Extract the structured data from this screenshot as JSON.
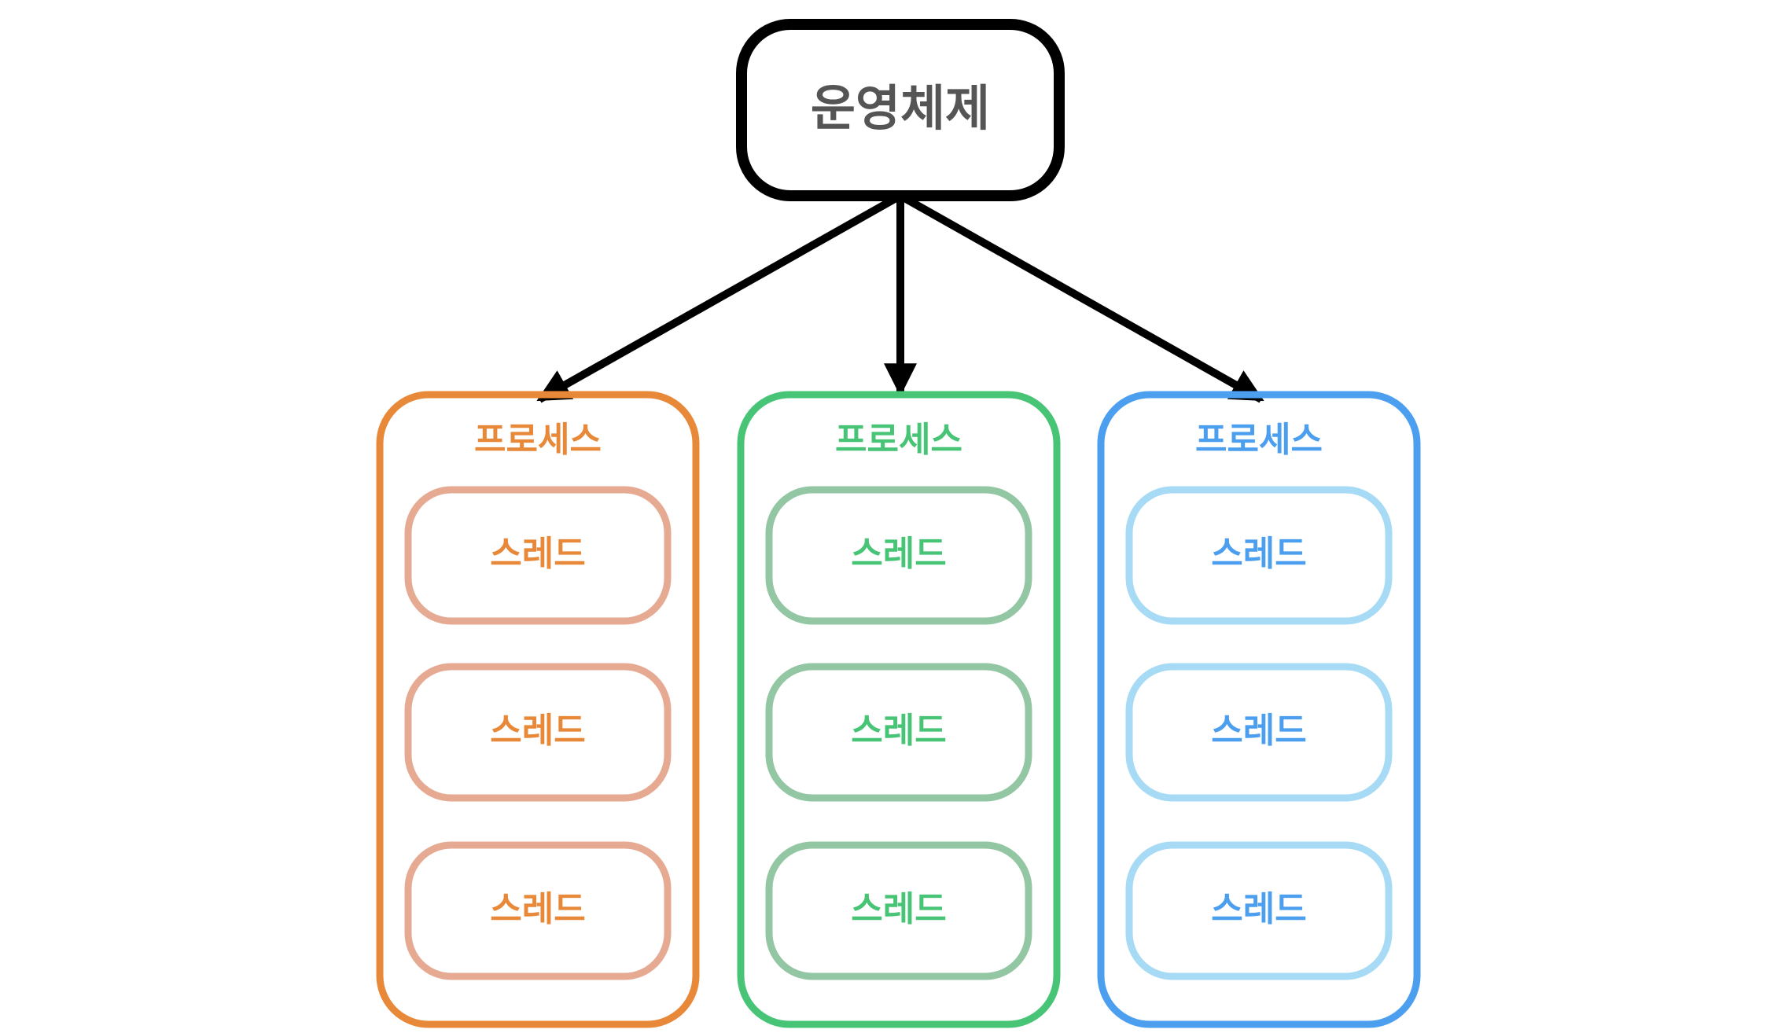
{
  "os": {
    "label": "운영체제",
    "text_color": "#555555",
    "border_color": "#000000"
  },
  "arrows": {
    "color": "#000000"
  },
  "processes": [
    {
      "label": "프로세스",
      "color": "#E8893A",
      "thread_border_color": "#E6AA93",
      "thread_text_color": "#E8893A",
      "threads": [
        {
          "label": "스레드"
        },
        {
          "label": "스레드"
        },
        {
          "label": "스레드"
        }
      ]
    },
    {
      "label": "프로세스",
      "color": "#48C476",
      "thread_border_color": "#93C6A3",
      "thread_text_color": "#48C476",
      "threads": [
        {
          "label": "스레드"
        },
        {
          "label": "스레드"
        },
        {
          "label": "스레드"
        }
      ]
    },
    {
      "label": "프로세스",
      "color": "#4C9FEE",
      "thread_border_color": "#A6DAF5",
      "thread_text_color": "#4C9FEE",
      "threads": [
        {
          "label": "스레드"
        },
        {
          "label": "스레드"
        },
        {
          "label": "스레드"
        }
      ]
    }
  ]
}
